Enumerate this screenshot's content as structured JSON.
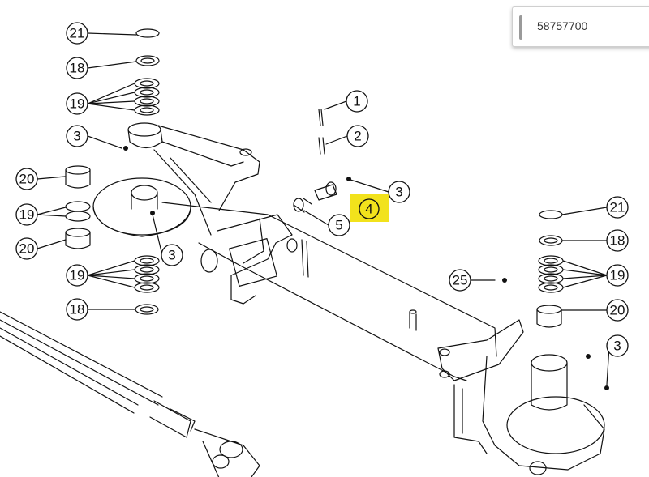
{
  "search": {
    "value": "58757700"
  },
  "colors": {
    "highlight": "#f2e21c",
    "line": "#111111"
  },
  "diagram": {
    "labels": [
      "21",
      "18",
      "19",
      "3",
      "20",
      "19",
      "20",
      "3",
      "19",
      "18",
      "1",
      "2",
      "3",
      "4",
      "5",
      "21",
      "18",
      "19",
      "20",
      "25",
      "3"
    ],
    "highlighted_part": "4"
  }
}
